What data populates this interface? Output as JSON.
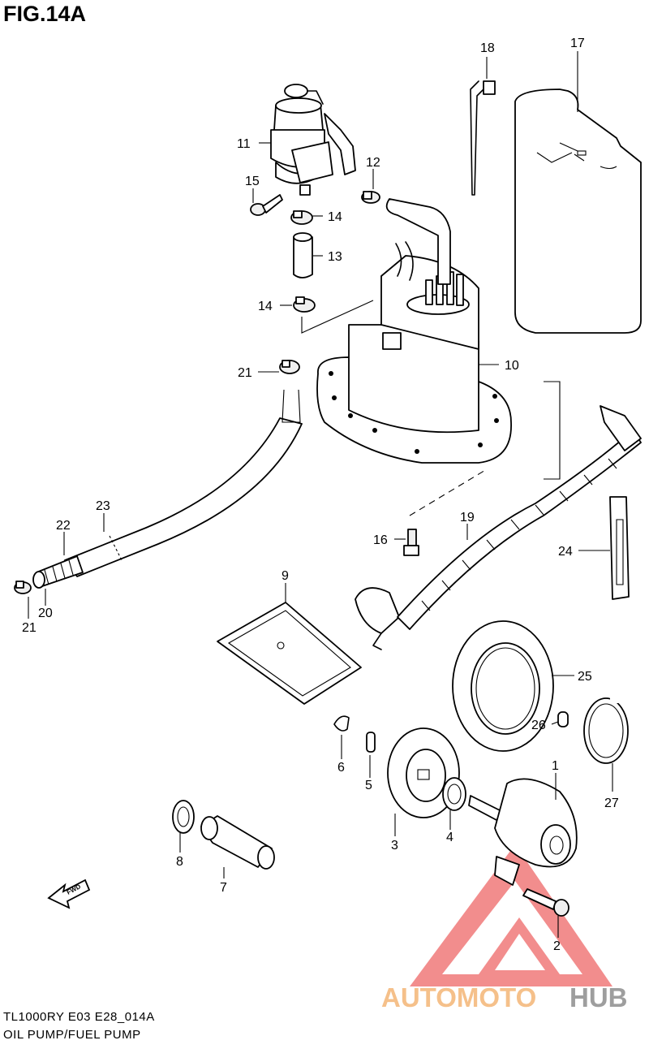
{
  "figure": {
    "title": "FIG.14A",
    "model_code": "TL1000RY E03 E28_014A",
    "caption": "OIL PUMP/FUEL PUMP"
  },
  "callouts": [
    {
      "id": "c18",
      "label": "18"
    },
    {
      "id": "c17",
      "label": "17"
    },
    {
      "id": "c11",
      "label": "11"
    },
    {
      "id": "c12",
      "label": "12"
    },
    {
      "id": "c15",
      "label": "15"
    },
    {
      "id": "c14a",
      "label": "14"
    },
    {
      "id": "c13",
      "label": "13"
    },
    {
      "id": "c14b",
      "label": "14"
    },
    {
      "id": "c10",
      "label": "10"
    },
    {
      "id": "c21a",
      "label": "21"
    },
    {
      "id": "c23",
      "label": "23"
    },
    {
      "id": "c22",
      "label": "22"
    },
    {
      "id": "c16",
      "label": "16"
    },
    {
      "id": "c19",
      "label": "19"
    },
    {
      "id": "c24",
      "label": "24"
    },
    {
      "id": "c9",
      "label": "9"
    },
    {
      "id": "c20",
      "label": "20"
    },
    {
      "id": "c21b",
      "label": "21"
    },
    {
      "id": "c25",
      "label": "25"
    },
    {
      "id": "c26",
      "label": "26"
    },
    {
      "id": "c6",
      "label": "6"
    },
    {
      "id": "c5",
      "label": "5"
    },
    {
      "id": "c1",
      "label": "1"
    },
    {
      "id": "c27",
      "label": "27"
    },
    {
      "id": "c3",
      "label": "3"
    },
    {
      "id": "c4",
      "label": "4"
    },
    {
      "id": "c8",
      "label": "8"
    },
    {
      "id": "c7",
      "label": "7"
    },
    {
      "id": "c2",
      "label": "2"
    }
  ],
  "fwd_label": "FWD",
  "watermark": {
    "part1": "AUTOMOTO",
    "part2": "HUB",
    "color1": "#f5c08a",
    "color2": "#9e9e9e",
    "triangle_color": "#f07a7a"
  }
}
